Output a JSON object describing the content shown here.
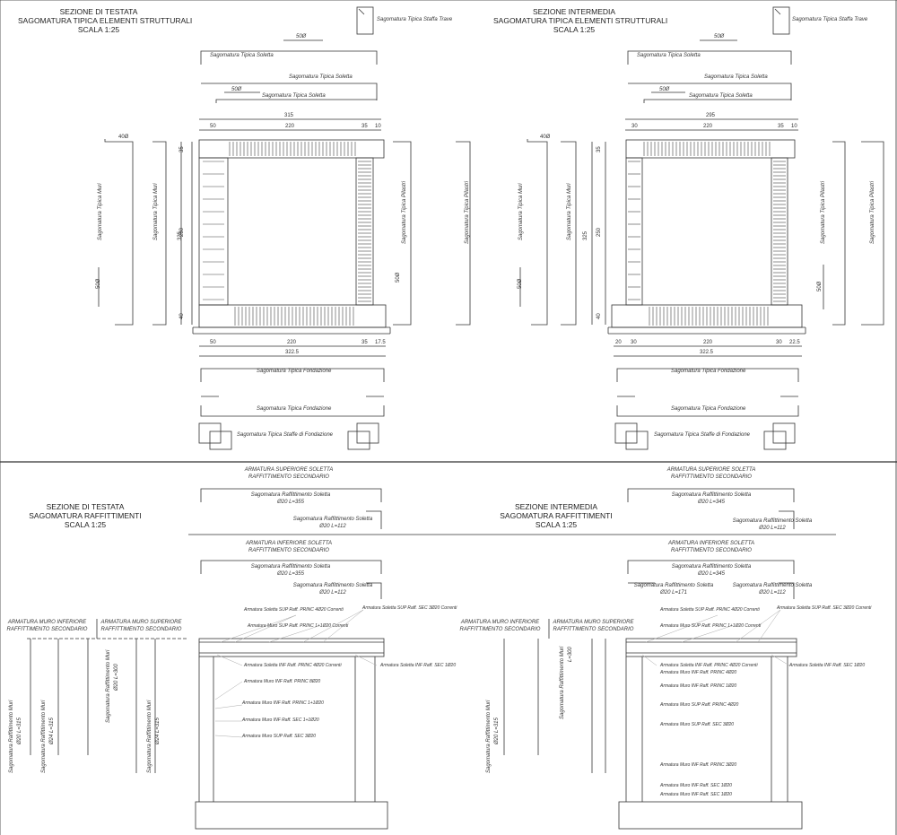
{
  "top_left": {
    "title": [
      "SEZIONE DI TESTATA",
      "SAGOMATURA TIPICA ELEMENTI STRUTTURALI",
      "SCALA 1:25"
    ],
    "stirrup_beam": "Sagomatura Tipica Staffa Trave",
    "slab1": "Sagomatura Tipica Soletta",
    "slab2": "Sagomatura Tipica Soletta",
    "slab3": "Sagomatura Tipica Soletta",
    "lap_top": "50Ø",
    "lap_mid": "50Ø",
    "dim_total": "315",
    "dims_top": [
      "50",
      "220",
      "35",
      "10"
    ],
    "dims_bottom": [
      "50",
      "220",
      "35",
      "17.5"
    ],
    "dim_bottom_total": "322.5",
    "dims_left": [
      "35",
      "250",
      "40"
    ],
    "dim_height": "325",
    "lap_wall": "40Ø",
    "lap_wall_low": "50Ø",
    "lap_pillar": "50Ø",
    "walls1": "Sagomatura Tipica Muri",
    "walls2": "Sagomatura Tipica Muri",
    "pillars": "Sagomatura Tipica Pilastri",
    "found1": "Sagomatura Tipica Fondazione",
    "found2": "Sagomatura Tipica Fondazione",
    "found_stirrups": "Sagomatura Tipica Staffe di Fondazione"
  },
  "top_right": {
    "title": [
      "SEZIONE INTERMEDIA",
      "SAGOMATURA TIPICA ELEMENTI STRUTTURALI",
      "SCALA 1:25"
    ],
    "stirrup_beam": "Sagomatura Tipica Staffa Trave",
    "slab1": "Sagomatura Tipica Soletta",
    "slab2": "Sagomatura Tipica Soletta",
    "slab3": "Sagomatura Tipica Soletta",
    "lap_top": "50Ø",
    "lap_mid": "50Ø",
    "dim_total": "295",
    "dims_top": [
      "30",
      "220",
      "35",
      "10"
    ],
    "dims_bottom": [
      "20",
      "30",
      "220",
      "30",
      "22.5"
    ],
    "dim_bottom_total": "322.5",
    "dims_left": [
      "35",
      "250",
      "40"
    ],
    "dim_height": "325",
    "lap_wall": "40Ø",
    "lap_wall_low": "50Ø",
    "lap_pillar": "50Ø",
    "walls1": "Sagomatura Tipica Muri",
    "walls2": "Sagomatura Tipica Muri",
    "pillars1": "Sagomatura Tipica Pilastri",
    "pillars2": "Sagomatura Tipica Pilastri",
    "found1": "Sagomatura Tipica Fondazione",
    "found2": "Sagomatura Tipica Fondazione",
    "found_stirrups": "Sagomatura Tipica Staffe di Fondazione"
  },
  "bottom_left": {
    "title": [
      "SEZIONE DI TESTATA",
      "SAGOMATURA RAFFITTIMENTI",
      "SCALA 1:25"
    ],
    "arm_sup": [
      "ARMATURA SUPERIORE SOLETTA",
      "RAFFITTIMENTO SECONDARIO"
    ],
    "raf1": [
      "Sagomatura Raffittimento Soletta",
      "Ø20 L=355"
    ],
    "raf2": [
      "Sagomatura Raffittimento Soletta",
      "Ø20 L=112"
    ],
    "arm_inf": [
      "ARMATURA INFERIORE SOLETTA",
      "RAFFITTIMENTO SECONDARIO"
    ],
    "raf3": [
      "Sagomatura Raffittimento Soletta",
      "Ø20 L=355"
    ],
    "raf4": [
      "Sagomatura Raffittimento Soletta",
      "Ø20 L=112"
    ],
    "muro_inf": [
      "ARMATURA MURO INFERIORE",
      "RAFFITTIMENTO SECONDARIO"
    ],
    "muro_sup": [
      "ARMATURA MURO SUPERIORE",
      "RAFFITTIMENTO SECONDARIO"
    ],
    "wall_v": [
      [
        "Sagomatura Raffittimento Muri",
        "Ø20 L=315"
      ],
      [
        "Sagomatura Raffittimento Muri",
        "Ø24 L=315"
      ],
      [
        "Sagomatura Raffittimento Muri",
        "Ø20 L=300"
      ],
      [
        "Sagomatura Raffittimento Muri",
        "Ø24 L=315"
      ]
    ],
    "notes": [
      "Armatura Soletta SUP Raff. PRINC 4Ø20 Correnti",
      "Armatura Soletta SUP Raff. SEC 3Ø20 Correnti",
      "Armatura Muro SUP Raff. PRINC 1+1Ø20 Correnti",
      "Armatura Soletta INF Raff. PRINC 4Ø20 Correnti",
      "Armatura Soletta INF Raff. SEC 1Ø20",
      "Armatura Muro INF Raff. PRINC 8Ø20",
      "Armatura Muro INF Raff. PRINC 1+1Ø20",
      "Armatura Muro INF Raff. SEC 1+1Ø20",
      "Armatura Muro SUP Raff. SEC 3Ø20"
    ]
  },
  "bottom_right": {
    "title": [
      "SEZIONE INTERMEDIA",
      "SAGOMATURA RAFFITTIMENTI",
      "SCALA 1:25"
    ],
    "arm_sup": [
      "ARMATURA SUPERIORE SOLETTA",
      "RAFFITTIMENTO SECONDARIO"
    ],
    "raf1": [
      "Sagomatura Raffittimento Soletta",
      "Ø20 L=345"
    ],
    "raf2": [
      "Sagomatura Raffittimento Soletta",
      "Ø20 L=112"
    ],
    "arm_inf": [
      "ARMATURA INFERIORE SOLETTA",
      "RAFFITTIMENTO SECONDARIO"
    ],
    "raf3": [
      "Sagomatura Raffittimento Soletta",
      "Ø20 L=345"
    ],
    "raf4": [
      "Sagomatura Raffittimento Soletta",
      "Ø20 L=171"
    ],
    "raf5": [
      "Sagomatura Raffittimento Soletta",
      "Ø20 L=112"
    ],
    "muro_inf": [
      "ARMATURA MURO INFERIORE",
      "RAFFITTIMENTO SECONDARIO"
    ],
    "muro_sup": [
      "ARMATURA MURO SUPERIORE",
      "RAFFITTIMENTO SECONDARIO"
    ],
    "wall_v": [
      [
        "Sagomatura Raffittimento Muri",
        "Ø20 L=315"
      ],
      [
        "Sagomatura Raffittimento Muri",
        "L=300"
      ]
    ],
    "notes": [
      "Armatura Soletta SUP Raff. PRINC 4Ø20 Correnti",
      "Armatura Soletta SUP Raff. SEC 3Ø20 Correnti",
      "Armatura Muro SUP Raff. PRINC 1+1Ø20 Correnti",
      "Armatura Soletta INF Raff. PRINC 4Ø20 Correnti",
      "Armatura Muro INF Raff. PRINC 4Ø20",
      "Armatura Soletta INF Raff. SEC 1Ø20",
      "Armatura Muro INF Raff. PRINC 1Ø20",
      "Armatura Muro SUP Raff. PRINC 4Ø20",
      "Armatura Muro SUP Raff. SEC 3Ø20",
      "Armatura Muro INF Raff. PRINC 3Ø20",
      "Armatura Muro INF Raff. SEC 1Ø20",
      "Armatura Muro INF Raff. SEC 1Ø20"
    ]
  }
}
